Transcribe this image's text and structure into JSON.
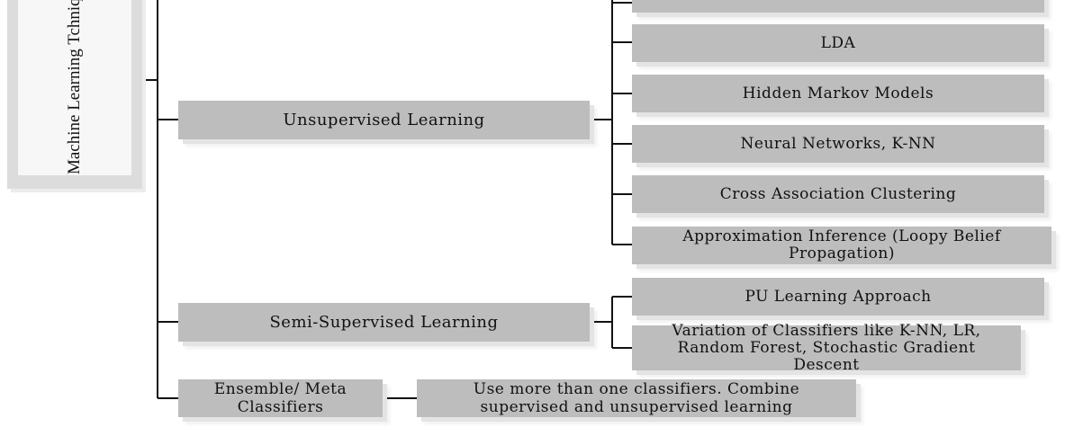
{
  "root": {
    "label": "Machine Learning Tchniques"
  },
  "categories": {
    "unsupervised": {
      "label": "Unsupervised Learning",
      "items": [
        "LDA",
        "Hidden Markov Models",
        "Neural Networks, K-NN",
        "Cross Association Clustering",
        "Approximation Inference (Loopy Belief Propagation)"
      ]
    },
    "semi_supervised": {
      "label": "Semi-Supervised Learning",
      "items": [
        "PU Learning Approach",
        "Variation of Classifiers like K-NN, LR, Random Forest, Stochastic Gradient Descent"
      ]
    },
    "ensemble": {
      "label": "Ensemble/ Meta Classifiers",
      "items": [
        "Use more than one classifiers. Combine supervised and unsupervised learning"
      ]
    }
  },
  "colors": {
    "box_fill": "#bdbdbd",
    "box_shadow": "#e4e4e4",
    "connector": "#111111",
    "root_fill": "#f7f7f7"
  }
}
